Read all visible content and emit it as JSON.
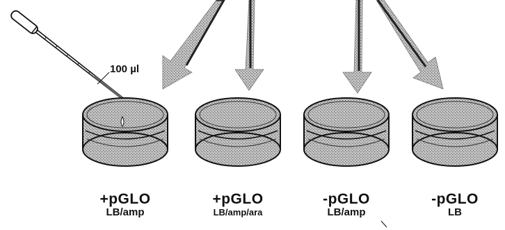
{
  "pipette": {
    "volume_label": "100 µl"
  },
  "plates": [
    {
      "plasmid": "+pGLO",
      "media": "LB/amp"
    },
    {
      "plasmid": "+pGLO",
      "media": "LB/amp/ara"
    },
    {
      "plasmid": "-pGLO",
      "media": "LB/amp"
    },
    {
      "plasmid": "-pGLO",
      "media": "LB"
    }
  ],
  "colors": {
    "ink": "#111111",
    "stipple": "#8a8a8a",
    "background": "#ffffff"
  }
}
